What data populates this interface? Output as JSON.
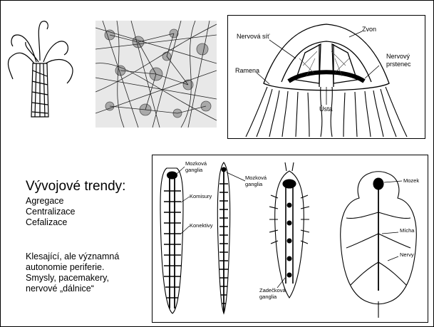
{
  "jellyfish": {
    "labels": {
      "nerve_net": "Nervová síť",
      "bell": "Zvon",
      "nerve_ring_line1": "Nervový",
      "nerve_ring_line2": "prstenec",
      "arms": "Ramena",
      "mouth": "Ústa"
    }
  },
  "text": {
    "heading": "Vývojové trendy:",
    "bullets": [
      "Agregace",
      "Centralizace",
      "Cefalizace"
    ],
    "para_lines": [
      "Klesající, ale významná",
      "autonomie periferie.",
      "Smysly, pacemakery,",
      "nervové „dálnice“"
    ]
  },
  "evolution": {
    "labels": {
      "brain_ganglia_1a": "Mozková",
      "brain_ganglia_1b": "ganglia",
      "commissures": "Komisury",
      "connectives": "Konektivy",
      "brain_ganglia_2a": "Mozková",
      "brain_ganglia_2b": "ganglia",
      "abdominal_ganglia_a": "Zadečková",
      "abdominal_ganglia_b": "ganglia",
      "brain": "Mozek",
      "spinal_cord": "Mícha",
      "nerves": "Nervy"
    }
  }
}
